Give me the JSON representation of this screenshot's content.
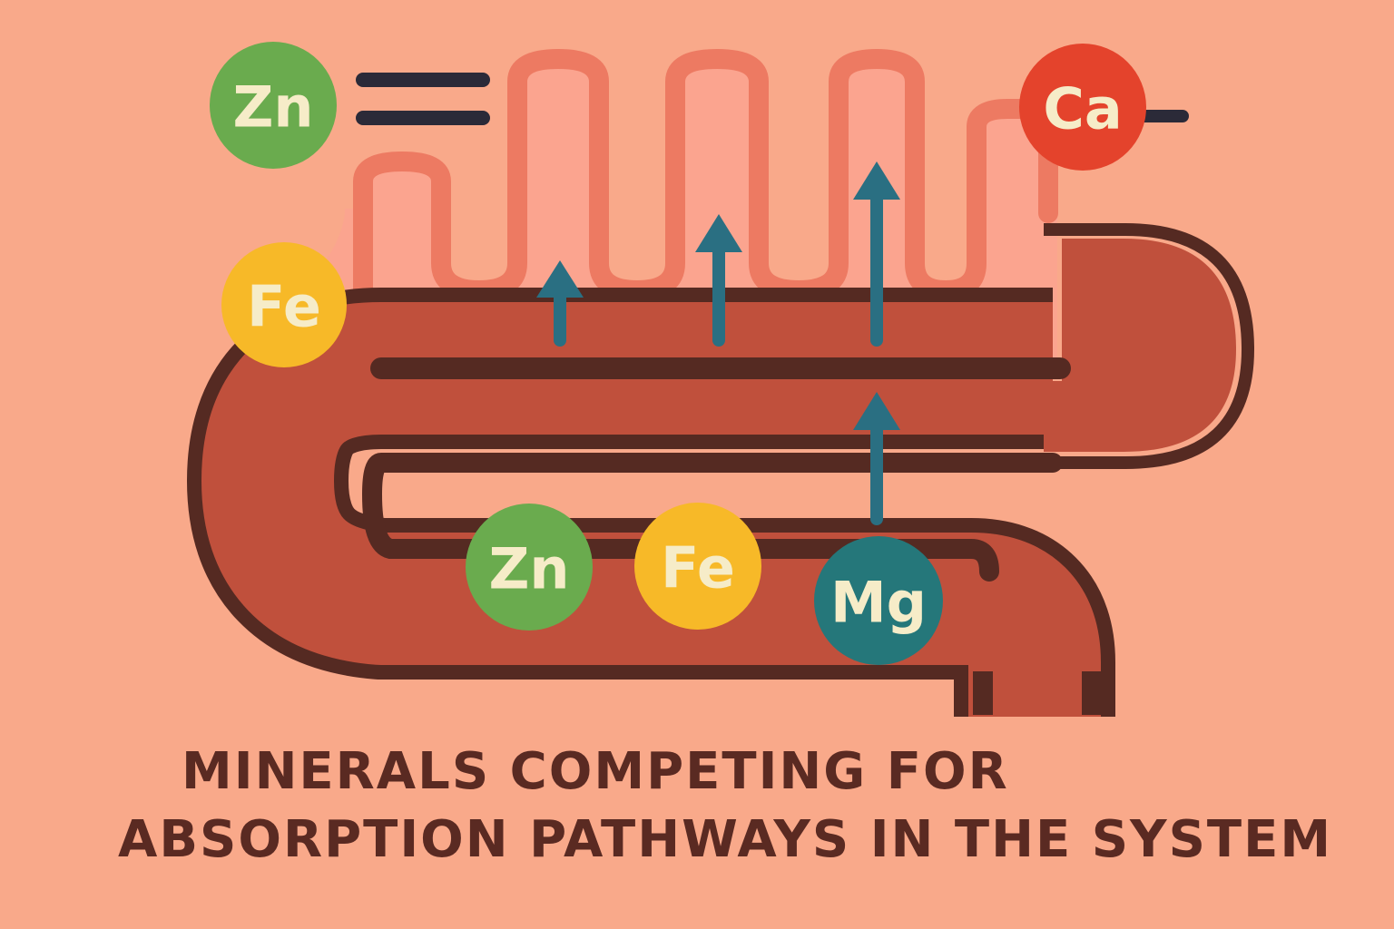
{
  "title_lines": [
    "MINERALS COMPETING FOR",
    "ABSORPTION PATHWAYS IN THE SYSTEM"
  ],
  "minerals": [
    {
      "id": "zn-top",
      "symbol": "Zn",
      "color": "#6aab4e",
      "text_color": "#f6ecc8"
    },
    {
      "id": "fe-left",
      "symbol": "Fe",
      "color": "#f7b928",
      "text_color": "#f6ecc8"
    },
    {
      "id": "ca-top",
      "symbol": "Ca",
      "color": "#e4432c",
      "text_color": "#f6ecc8"
    },
    {
      "id": "zn-bottom",
      "symbol": "Zn",
      "color": "#6aab4e",
      "text_color": "#f6ecc8"
    },
    {
      "id": "fe-bottom",
      "symbol": "Fe",
      "color": "#f7b928",
      "text_color": "#f6ecc8"
    },
    {
      "id": "mg-bottom",
      "symbol": "Mg",
      "color": "#25777a",
      "text_color": "#f6ecc8"
    }
  ],
  "colors": {
    "background": "#f9a98a",
    "villi_fill": "#fba48f",
    "villi_stroke": "#ed7a62",
    "intestine_fill": "#c0503c",
    "intestine_outline": "#552a22",
    "arrow": "#2a6f82",
    "dash": "#2b2a38",
    "caption": "#5a2a22"
  }
}
